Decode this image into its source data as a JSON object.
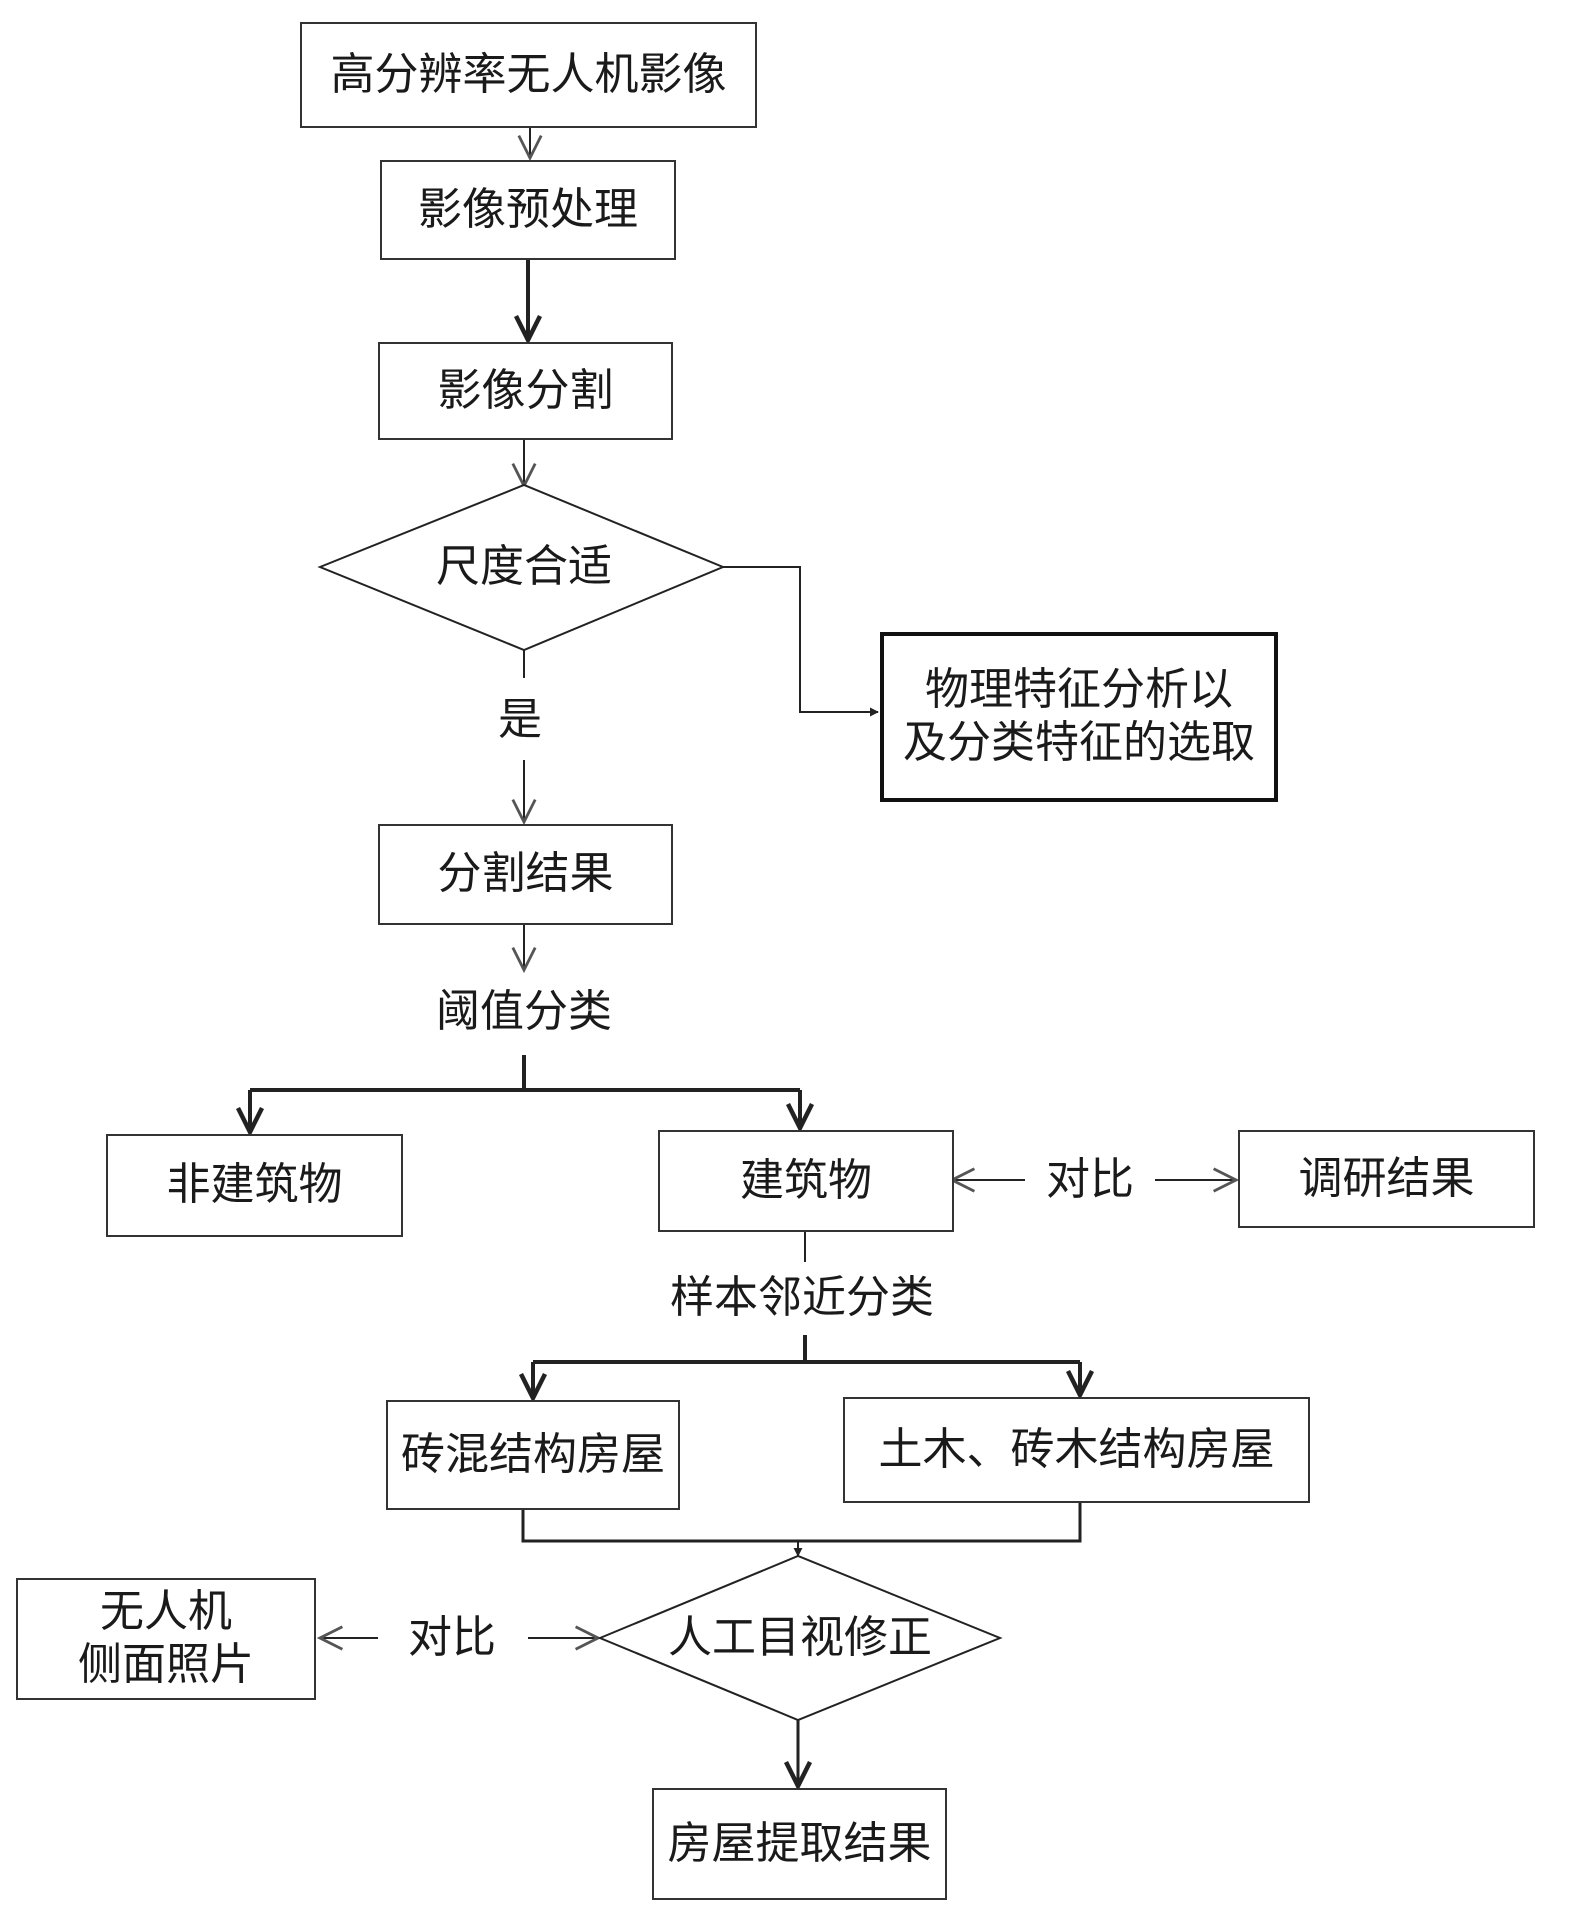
{
  "nodes": {
    "uav_image": "高分辨率无人机影像",
    "preprocess": "影像预处理",
    "segmentation": "影像分割",
    "scale_ok": "尺度合适",
    "feature_select_line1": "物理特征分析以",
    "feature_select_line2": "及分类特征的选取",
    "seg_result": "分割结果",
    "non_building": "非建筑物",
    "building": "建筑物",
    "survey_result": "调研结果",
    "brick_concrete": "砖混结构房屋",
    "earth_wood": "土木、砖木结构房屋",
    "visual_correction": "人工目视修正",
    "uav_side_line1": "无人机",
    "uav_side_line2": "侧面照片",
    "house_extract": "房屋提取结果"
  },
  "edge_labels": {
    "yes": "是",
    "threshold_classify": "阈值分类",
    "compare_survey": "对比",
    "nn_classify": "样本邻近分类",
    "compare_photo": "对比"
  }
}
